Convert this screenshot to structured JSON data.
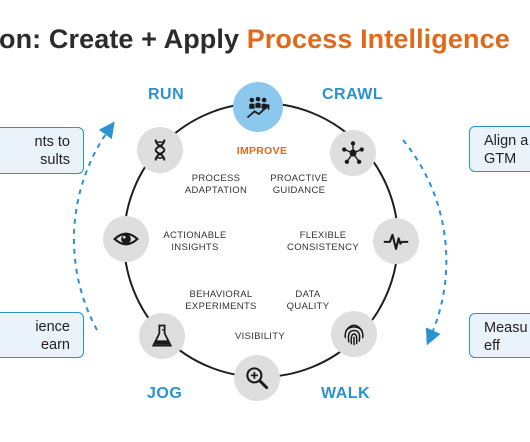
{
  "title": {
    "prefix": "on: Create + Apply ",
    "accent": "Process Intelligence"
  },
  "phases": {
    "run": "RUN",
    "crawl": "CRAWL",
    "jog": "JOG",
    "walk": "WALK"
  },
  "center_label": "IMPROVE",
  "labels": {
    "process_adaptation": [
      "PROCESS",
      "ADAPTATION"
    ],
    "proactive_guidance": [
      "PROACTIVE",
      "GUIDANCE"
    ],
    "actionable_insights": [
      "ACTIONABLE",
      "INSIGHTS"
    ],
    "flexible_consistency": [
      "FLEXIBLE",
      "CONSISTENCY"
    ],
    "behavioral_experiments": [
      "BEHAVIORAL",
      "EXPERIMENTS"
    ],
    "data_quality": [
      "DATA",
      "QUALITY"
    ],
    "visibility": [
      "VISIBILITY"
    ]
  },
  "callouts": {
    "top_left": [
      "nts to",
      "sults"
    ],
    "bottom_left": [
      "ience",
      "earn"
    ],
    "top_right": [
      "Align a",
      "GTM"
    ],
    "bottom_right": [
      "Measu",
      "eff"
    ]
  },
  "icons": {
    "top": "team-growth-icon",
    "dna": "dna-icon",
    "network": "network-icon",
    "eye": "eye-icon",
    "pulse": "pulse-icon",
    "flask": "flask-icon",
    "fingerprint": "fingerprint-icon",
    "magnifier": "magnifier-plus-icon"
  },
  "colors": {
    "accent_orange": "#e06a1b",
    "phase_blue": "#2a92d1",
    "node_gray": "#dedede",
    "node_top_blue": "#8cc8ee",
    "callout_fill": "#eaf2fa"
  }
}
